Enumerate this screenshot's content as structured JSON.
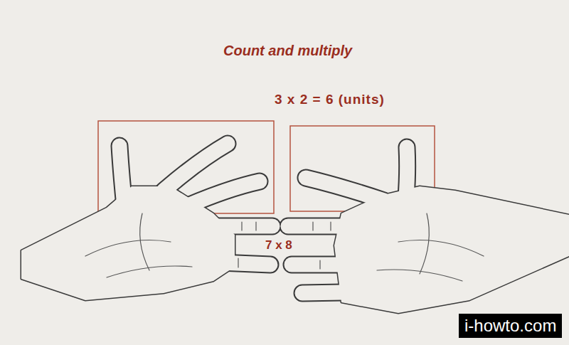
{
  "diagram": {
    "title": "Count and multiply",
    "labels": [
      "3 x 2 = 6 (units)",
      "7 x 8",
      "i-howto.com"
    ]
  }
}
